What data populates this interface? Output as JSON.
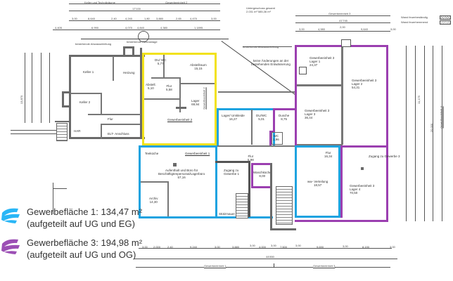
{
  "plan": {
    "header": {
      "top_segments": [
        "Keller und Technikräume",
        "Gewerbeeinheit 2",
        "Gewerbeeinheit 3"
      ],
      "total_left": "17'100",
      "total_right": "41'745",
      "summary_label": "Untergeschoss gesamt",
      "summary_values": "2.031 m³    585,36 m²",
      "legend_fire_resistant": "Wand feuerbeständig",
      "legend_fire_retardant": "Wand feuerhemmend",
      "dims_row1": [
        "3,00",
        "8,640",
        "2,40",
        "4,240",
        "1,80",
        "3,880",
        "2,65",
        "4,470",
        "3,00"
      ],
      "dims_row2": [
        "4,405",
        "6,990",
        "4,070",
        "4,840",
        "4,380",
        "1,1895"
      ],
      "dims_right_top": [
        "3,00",
        "4,980",
        "2,00",
        "9,640",
        "3,00"
      ]
    },
    "annotations": {
      "drainage_left": "bestehende Abwasserleitung",
      "lifting_plant": "bestehende Hebeanlage",
      "drainage_right": "bestehende Abwasserleitung",
      "no_changes": "keine Änderungen an der bestehenden Entwässerung",
      "teekueche": "Teeküche",
      "access_unit3": "Zugang zu Gewerbe 3",
      "retaining_wall": "Stützmauer"
    },
    "rooms": {
      "keller1": "Keller 1",
      "heizung": "Heizung",
      "keller2": "Keller 2",
      "flur_left": "Flur",
      "har": "HAR",
      "elt": "ELT- Anschluss",
      "du_wc_unit2": {
        "name": "DU/ WC",
        "area": "5,77"
      },
      "abstell": {
        "name": "Abstell.",
        "area": "5,10"
      },
      "flur_unit2": {
        "name": "Flur",
        "area": "5,58"
      },
      "abstellraum": {
        "name": "Abstellraum",
        "area": "15,15"
      },
      "lager_unit2": {
        "name": "Lager",
        "area": "69,94"
      },
      "unit2_label": "Gewerbeeinheit 2",
      "unit2_label_vertical": "Gewerbeeinheit 2",
      "lager_umkleide": {
        "name": "Lager/ Umkleide",
        "area": "16,27"
      },
      "du_wc_unit1": {
        "name": "DU/WC",
        "area": "5,01"
      },
      "dusche": {
        "name": "Dusche",
        "area": "8,75"
      },
      "wc": {
        "name": "WC",
        "area": "1,96"
      },
      "unit3_lager1": {
        "name": "Gewerbeeinheit 3\nLager 1",
        "area": "24,37"
      },
      "unit3_lager2": {
        "name": "Gewerbeeinheit 3\nLager 2",
        "area": "54,31"
      },
      "unit3_lager3": {
        "name": "Gewerbeeinheit 3\nLager 3",
        "area": "36,44"
      },
      "unit3_lager4": {
        "name": "Gewerbeeinheit 3\nLager 4",
        "area": "70,50"
      },
      "flur_mid": {
        "name": "Flur",
        "area": "5,98"
      },
      "flur_right": {
        "name": "Flur",
        "area": "16,34"
      },
      "aufenthalt": {
        "name": "Aufenthalt und Büro für\nBeschäftigtenpersonal/Lagerbüro",
        "area": "57,16"
      },
      "archiv": {
        "name": "Archiv",
        "area": "14,30"
      },
      "zugang_unit1": "Zugang zu\nGewerbe 1",
      "waschkueche": {
        "name": "Waschküche",
        "area": "8,00"
      },
      "verteilung": {
        "name": "ww- Verteilung",
        "area": "18,57"
      },
      "unit1_label": "Gewerbeeinheit 1"
    },
    "footer": {
      "dims_row": [
        "3,00",
        "2,000",
        "2,40",
        "9,240",
        "3,00",
        "3,880",
        "3,00",
        "4,000",
        "3,00",
        "7,500",
        "3,00",
        "9,690",
        "3,00",
        "8,190",
        "3,00"
      ],
      "total": "44'850",
      "segment_left": "Gewerbeeinheit 1",
      "segment_right": "Gewerbeeinheit 3"
    },
    "right_side": {
      "total": "20,000",
      "segment": "Gewerbeeinheit 3",
      "sub": "11,175"
    },
    "left_side": {
      "total": "13,870"
    }
  },
  "legend": [
    {
      "color": "#29b6f6",
      "line1": "Gewerbefläche 1: 134,47 m²",
      "line2": "(aufgeteilt auf UG und EG)"
    },
    {
      "color": "#9c4fb5",
      "line1": "Gewerbefläche 3: 194,98 m²",
      "line2": "(aufgeteilt auf UG und OG)"
    }
  ],
  "colors": {
    "unit1": "#1ea3e0",
    "unit2": "#f2e21a",
    "unit3": "#9b3fb0"
  }
}
